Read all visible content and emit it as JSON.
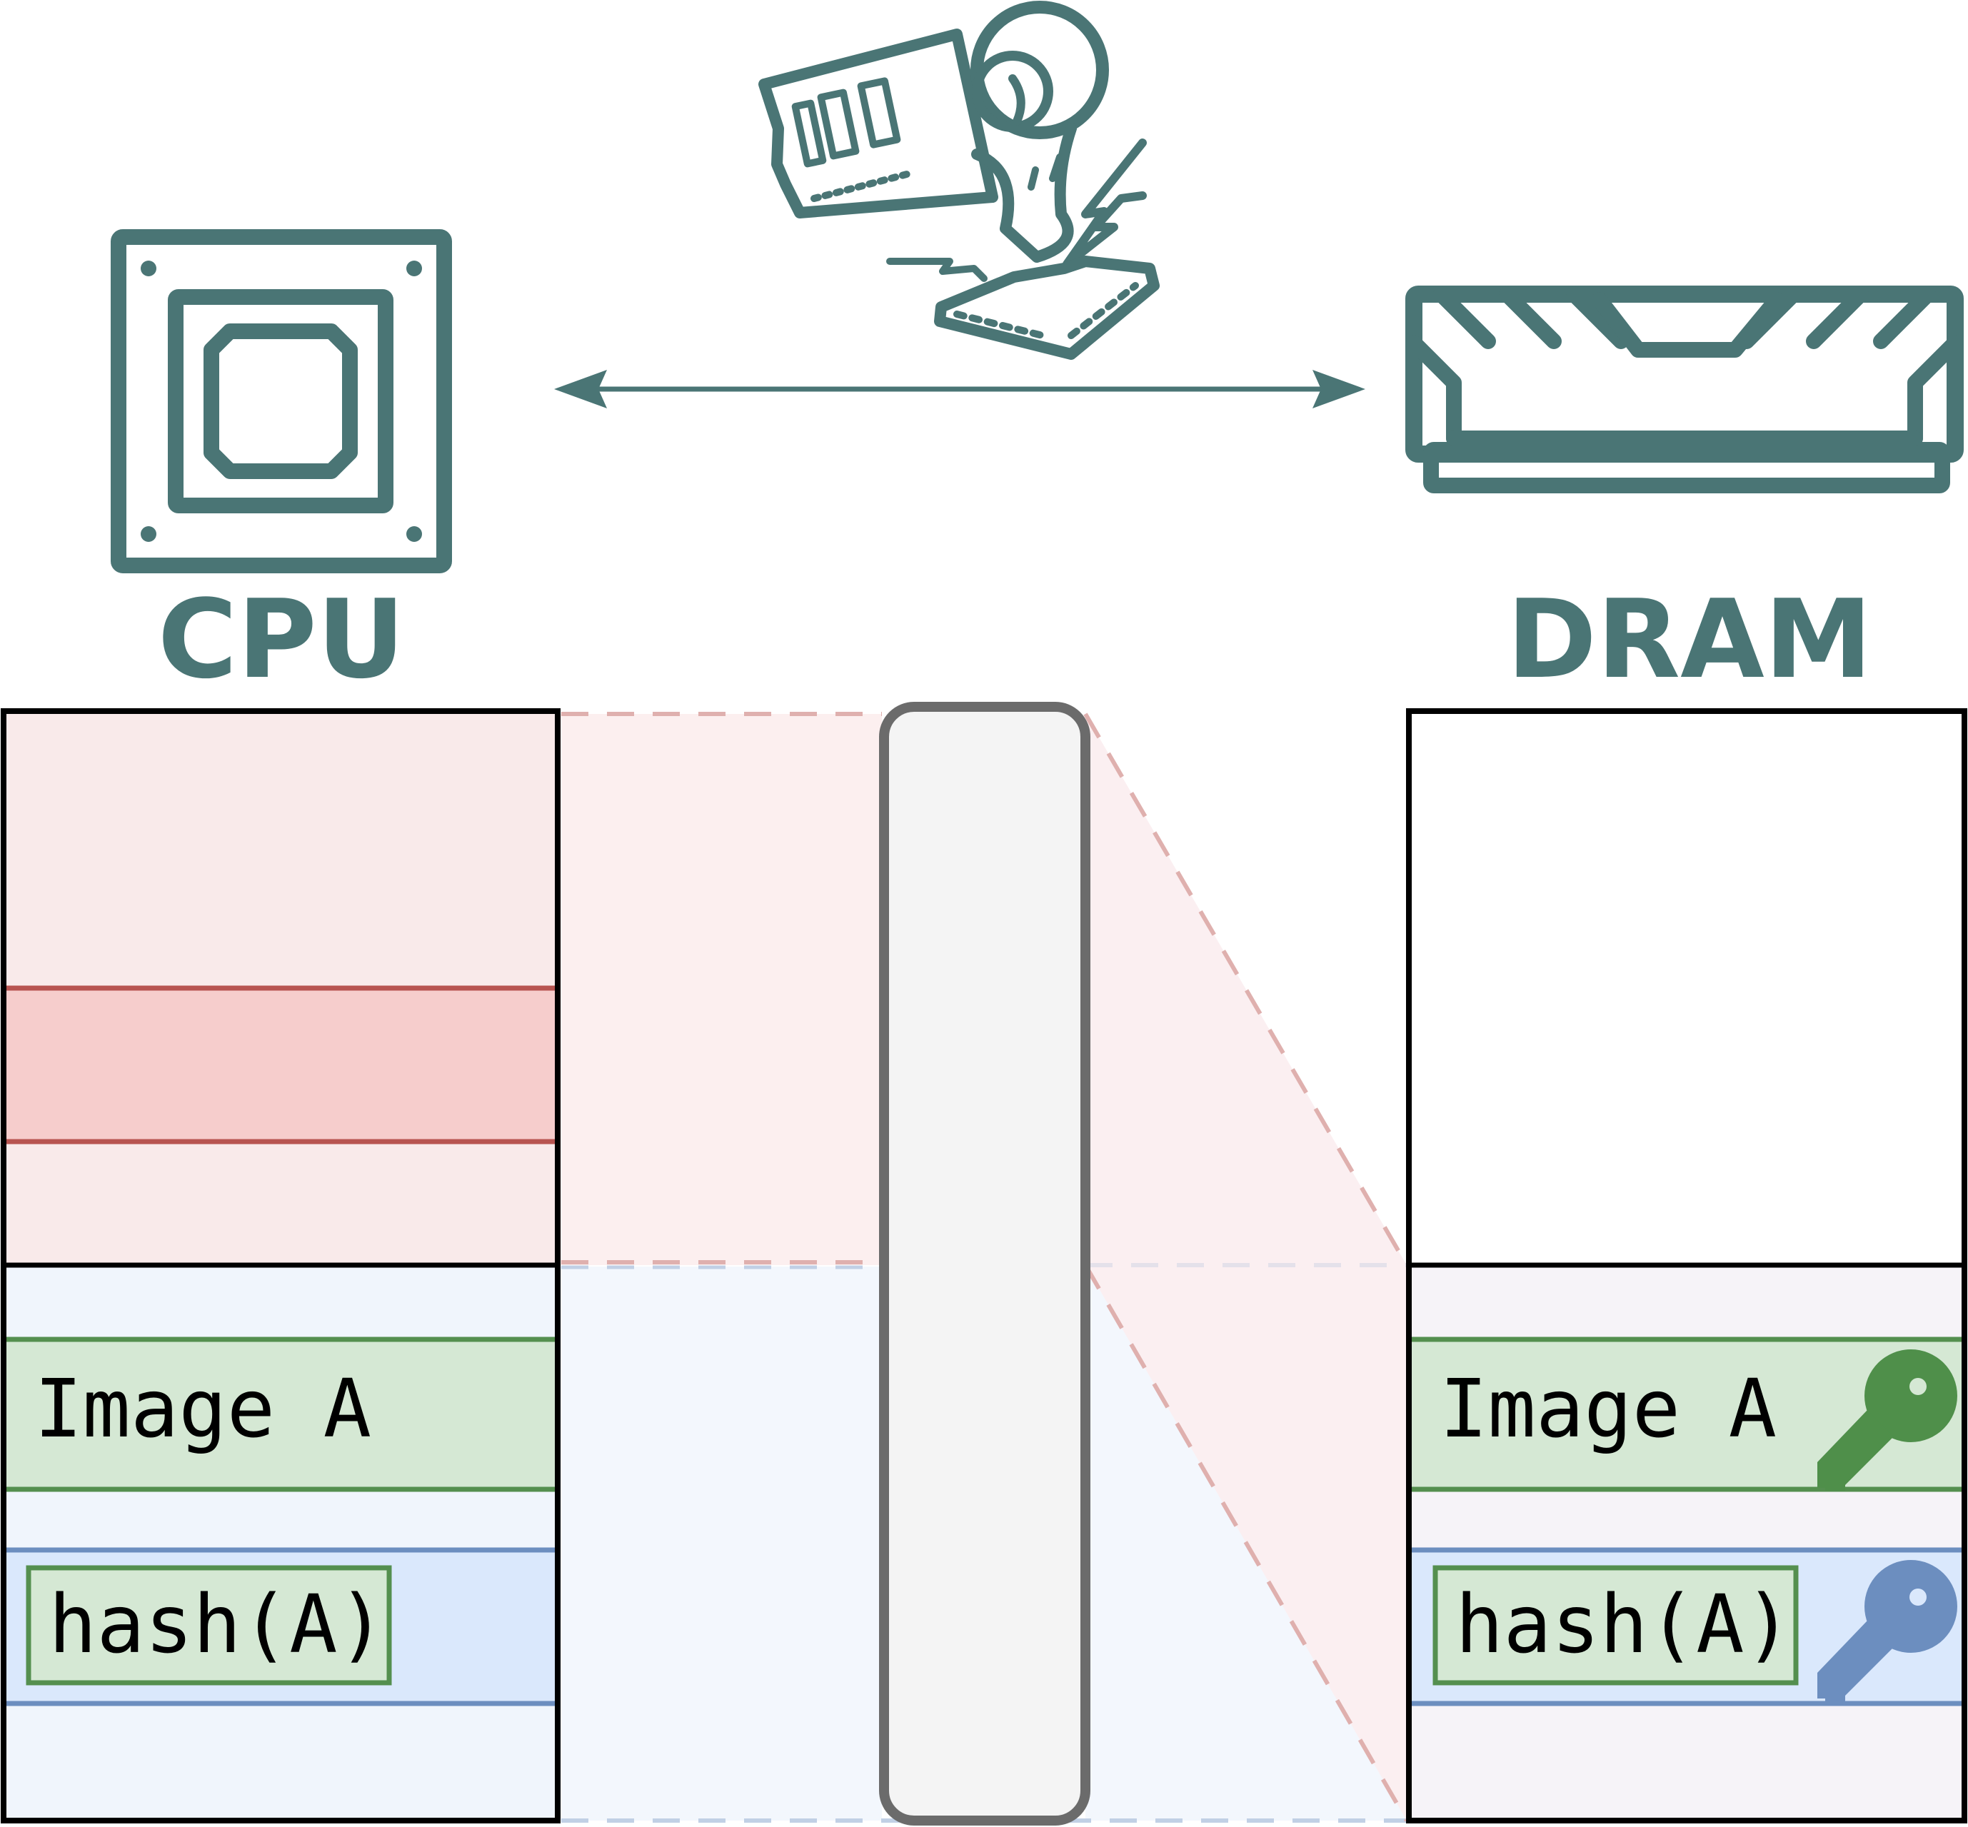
{
  "labels": {
    "cpu": "CPU",
    "dram": "DRAM"
  },
  "cpu_memory": {
    "image_label": "Image A",
    "hash_label": "hash(A)"
  },
  "dram_memory": {
    "image_label": "Image A",
    "hash_label": "hash(A)"
  },
  "icons": {
    "cpu": "cpu-chip-icon",
    "dram": "dram-module-icon",
    "attacker": "rowhammer-ram-icon",
    "arrow": "bidirectional-arrow-icon",
    "image_key": "green-key-icon",
    "hash_key": "blue-key-icon"
  },
  "colors": {
    "teal": "#4a7575",
    "red_region": "#f9eaea",
    "red_block": "#f6cdcc",
    "red_border": "#b85450",
    "blue_region": "#f0f5fc",
    "blue_block": "#dae8fc",
    "blue_border": "#6c8ebf",
    "green_block": "#d5e8d4",
    "green_border": "#548f4f",
    "key_green": "#4f8f4a",
    "key_blue": "#6c8ebf",
    "bus_fill": "#f4f4f4",
    "bus_border": "#6b6b6b"
  }
}
